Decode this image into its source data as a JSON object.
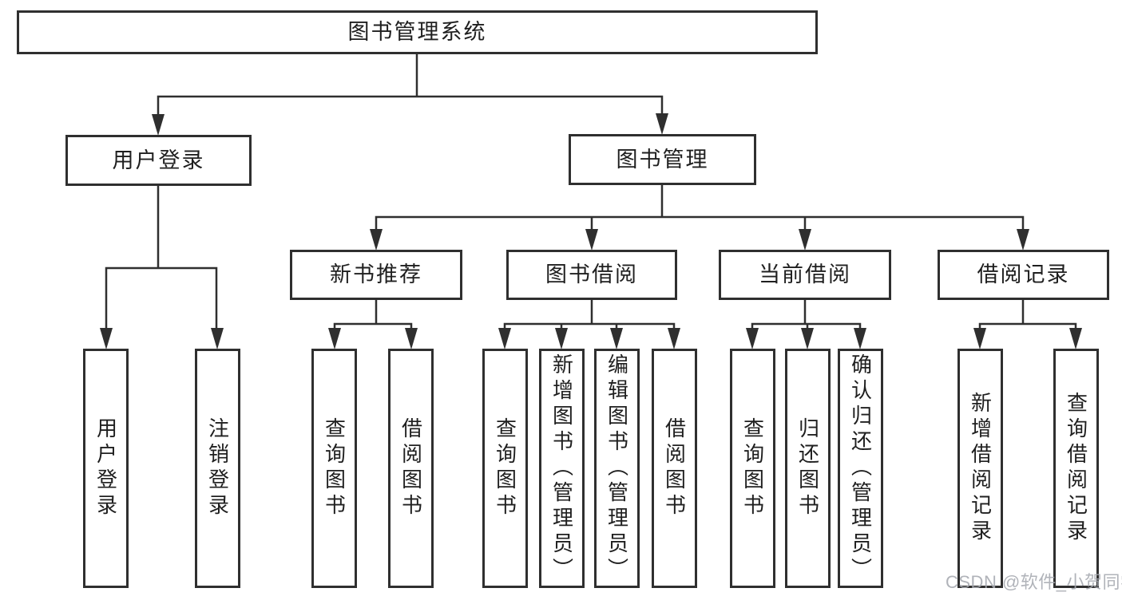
{
  "diagram": {
    "title": "图书管理系统",
    "level2": {
      "user_login": {
        "label": "用户登录"
      },
      "book_management": {
        "label": "图书管理"
      }
    },
    "level3": {
      "new_book_recommend": {
        "label": "新书推荐"
      },
      "book_borrow": {
        "label": "图书借阅"
      },
      "current_borrow": {
        "label": "当前借阅"
      },
      "borrow_records": {
        "label": "借阅记录"
      }
    },
    "leaves": {
      "user_login": {
        "label": "用户登录"
      },
      "logout": {
        "label": "注销登录"
      },
      "query_books_recommend": {
        "label": "查询图书"
      },
      "borrow_books_recommend": {
        "label": "借阅图书"
      },
      "query_books_borrow": {
        "label": "查询图书"
      },
      "add_book_admin": {
        "label": "新增图书（管理员）"
      },
      "edit_book_admin": {
        "label": "编辑图书（管理员）"
      },
      "borrow_books_borrow": {
        "label": "借阅图书"
      },
      "query_books_current": {
        "label": "查询图书"
      },
      "return_books": {
        "label": "归还图书"
      },
      "confirm_return_admin": {
        "label": "确认归还（管理员）"
      },
      "add_borrow_record": {
        "label": "新增借阅记录"
      },
      "query_borrow_record": {
        "label": "查询借阅记录"
      }
    },
    "watermark": "CSDN @软件_小贺同学",
    "colors": {
      "line": "#2f2f2f",
      "box_border": "#2f2f2f",
      "text": "#1f1f1f",
      "watermark": "#a6a9b0",
      "background": "#ffffff"
    }
  }
}
